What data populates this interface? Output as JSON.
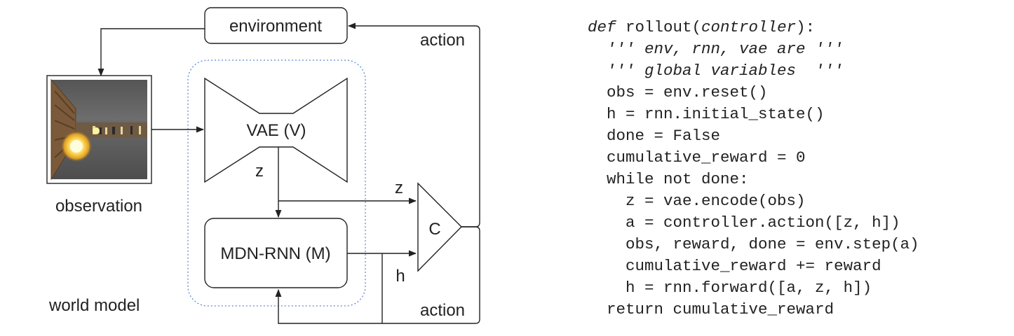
{
  "diagram": {
    "environment": "environment",
    "observation": "observation",
    "vae": "VAE (V)",
    "mdn_rnn": "MDN-RNN (M)",
    "controller": "C",
    "world_model": "world model",
    "z_label": "z",
    "h_label": "h",
    "action_label": "action"
  },
  "code": [
    {
      "indent": "",
      "segments": [
        {
          "text": "def",
          "italic": true
        },
        {
          "text": " rollout(",
          "italic": false
        },
        {
          "text": "controller",
          "italic": true
        },
        {
          "text": "):",
          "italic": false
        }
      ]
    },
    {
      "indent": "  ",
      "segments": [
        {
          "text": "''' env, rnn, vae are '''",
          "italic": true
        }
      ]
    },
    {
      "indent": "  ",
      "segments": [
        {
          "text": "''' global variables  '''",
          "italic": true
        }
      ]
    },
    {
      "indent": "  ",
      "segments": [
        {
          "text": "obs = env.reset()",
          "italic": false
        }
      ]
    },
    {
      "indent": "  ",
      "segments": [
        {
          "text": "h = rnn.initial_state()",
          "italic": false
        }
      ]
    },
    {
      "indent": "  ",
      "segments": [
        {
          "text": "done = False",
          "italic": false
        }
      ]
    },
    {
      "indent": "  ",
      "segments": [
        {
          "text": "cumulative_reward = 0",
          "italic": false
        }
      ]
    },
    {
      "indent": "  ",
      "segments": [
        {
          "text": "while not done:",
          "italic": false
        }
      ]
    },
    {
      "indent": "    ",
      "segments": [
        {
          "text": "z = vae.encode(obs)",
          "italic": false
        }
      ]
    },
    {
      "indent": "    ",
      "segments": [
        {
          "text": "a = controller.action([z, h])",
          "italic": false
        }
      ]
    },
    {
      "indent": "    ",
      "segments": [
        {
          "text": "obs, reward, done = env.step(a)",
          "italic": false
        }
      ]
    },
    {
      "indent": "    ",
      "segments": [
        {
          "text": "cumulative_reward += reward",
          "italic": false
        }
      ]
    },
    {
      "indent": "    ",
      "segments": [
        {
          "text": "h = rnn.forward([a, z, h])",
          "italic": false
        }
      ]
    },
    {
      "indent": "  ",
      "segments": [
        {
          "text": "return cumulative_reward",
          "italic": false
        }
      ]
    }
  ]
}
